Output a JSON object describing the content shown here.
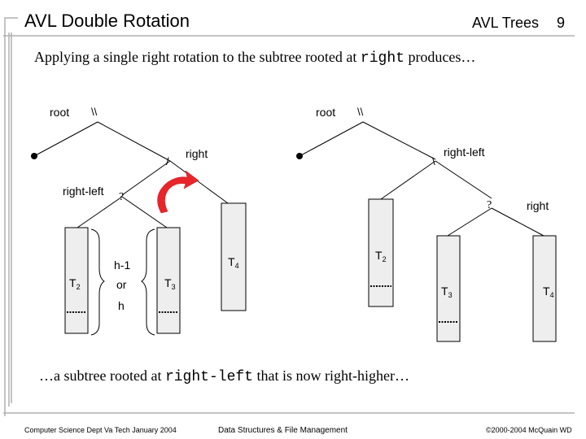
{
  "header": {
    "title": "AVL Double Rotation",
    "section": "AVL Trees",
    "page": "9"
  },
  "subtitle": {
    "pre": "Applying a single right rotation to the subtree rooted at ",
    "code": "right",
    "post": " produces…"
  },
  "caption": {
    "pre": "…a subtree rooted at ",
    "code": "right-left",
    "post": " that is now right-higher…"
  },
  "left_tree": {
    "root_label": "root",
    "root_balance": "\\\\",
    "right_label": "right",
    "right_balance": "/",
    "rl_label": "right-left",
    "rl_balance": "?",
    "t2": "T",
    "t2_sub": "2",
    "t3": "T",
    "t3_sub": "3",
    "t4": "T",
    "t4_sub": "4",
    "h1": "h-1",
    "or": "or",
    "h": "h"
  },
  "right_tree": {
    "root_label": "root",
    "root_balance": "\\\\",
    "rl_label": "right-left",
    "rl_balance": "\\",
    "right_label": "right",
    "right_balance": "?",
    "t2": "T",
    "t2_sub": "2",
    "t3": "T",
    "t3_sub": "3",
    "t4": "T",
    "t4_sub": "4"
  },
  "footer": {
    "left": "Computer Science Dept Va Tech January 2004",
    "center": "Data Structures & File Management",
    "right": "©2000-2004  McQuain WD"
  },
  "colors": {
    "arrow": "#e8252b",
    "subtree_fill": "#eeeeee",
    "margin_lines": "#b0b0b0"
  }
}
